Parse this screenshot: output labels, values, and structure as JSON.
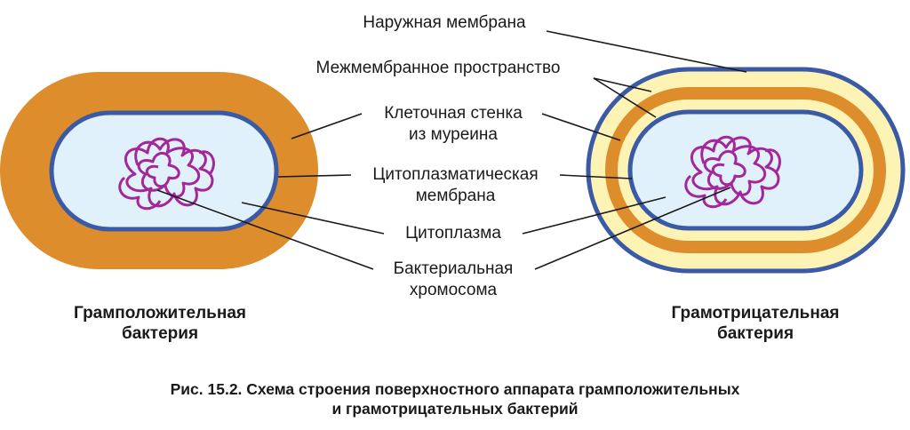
{
  "labels": {
    "outer_membrane": "Наружная мембрана",
    "periplasm": "Межмембранное пространство",
    "cell_wall_1": "Клеточная стенка",
    "cell_wall_2": "из муреина",
    "cyto_membrane_1": "Цитоплазматическая",
    "cyto_membrane_2": "мембрана",
    "cytoplasm": "Цитоплазма",
    "chromosome_1": "Бактериальная",
    "chromosome_2": "хромосома"
  },
  "captions": {
    "gram_positive_1": "Грамположительная",
    "gram_positive_2": "бактерия",
    "gram_negative_1": "Грамотрицательная",
    "gram_negative_2": "бактерия"
  },
  "figure_caption": {
    "line1": "Рис. 15.2. Схема строения поверхностного аппарата грамположительных",
    "line2": "и грамотрицательных бактерий"
  },
  "colors": {
    "murein": "#dd8d2b",
    "membrane": "#3a5aa6",
    "cytoplasm": "#e0f1fc",
    "periplasm": "#fdf3b4",
    "chromosome": "#a4279a",
    "leader_line": "#1a1a1a"
  }
}
